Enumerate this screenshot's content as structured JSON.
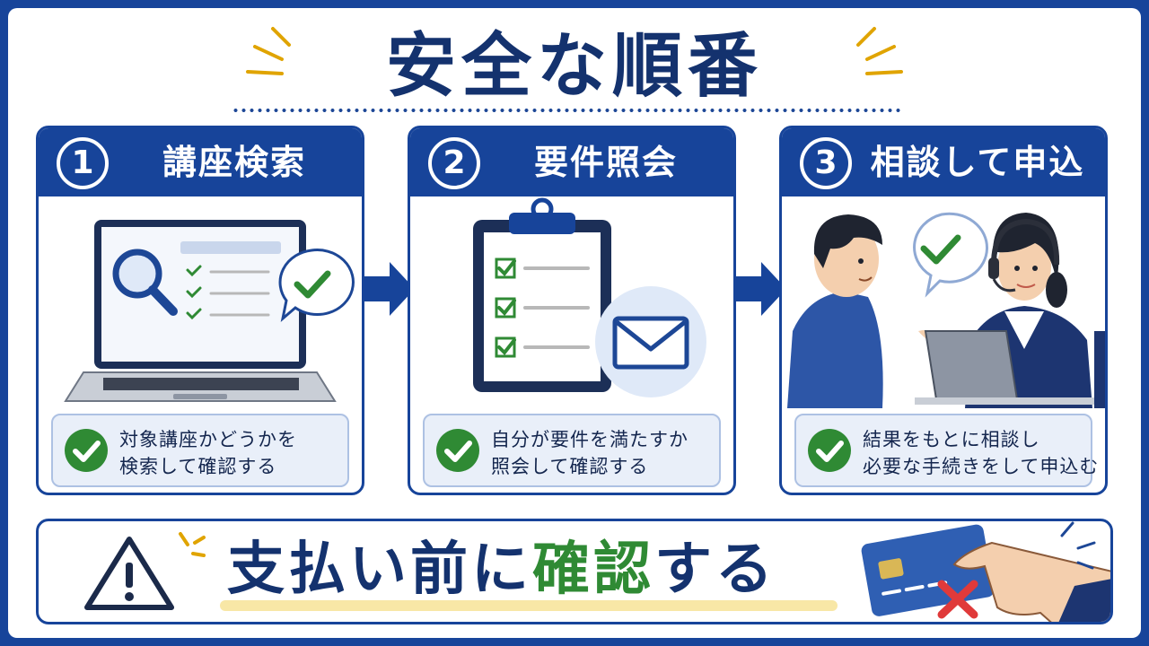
{
  "title": "安全な順番",
  "steps": [
    {
      "number": "1",
      "label": "講座検索",
      "note_lines": [
        "対象講座かどうかを",
        "検索して確認する"
      ]
    },
    {
      "number": "2",
      "label": "要件照会",
      "note_lines": [
        "自分が要件を満たすか",
        "照会して確認する"
      ]
    },
    {
      "number": "3",
      "label": "相談して申込",
      "note_lines": [
        "結果をもとに相談し",
        "必要な手続きをして申込む"
      ]
    }
  ],
  "banner": {
    "text_before": "支払い前に",
    "text_highlight": "確認",
    "text_after": "する"
  },
  "icons": [
    "magnifier-icon",
    "laptop-icon",
    "check-bubble-icon",
    "clipboard-icon",
    "envelope-icon",
    "consultation-icon",
    "warning-icon",
    "credit-card-icon",
    "x-mark-icon",
    "check-circle-icon",
    "arrow-right-icon"
  ],
  "colors": {
    "navy": "#17449a",
    "dark_navy": "#14326e",
    "green": "#2f8a34",
    "yellow": "#f4b400",
    "red": "#e03a3a",
    "note_bg": "#e9eff9"
  }
}
